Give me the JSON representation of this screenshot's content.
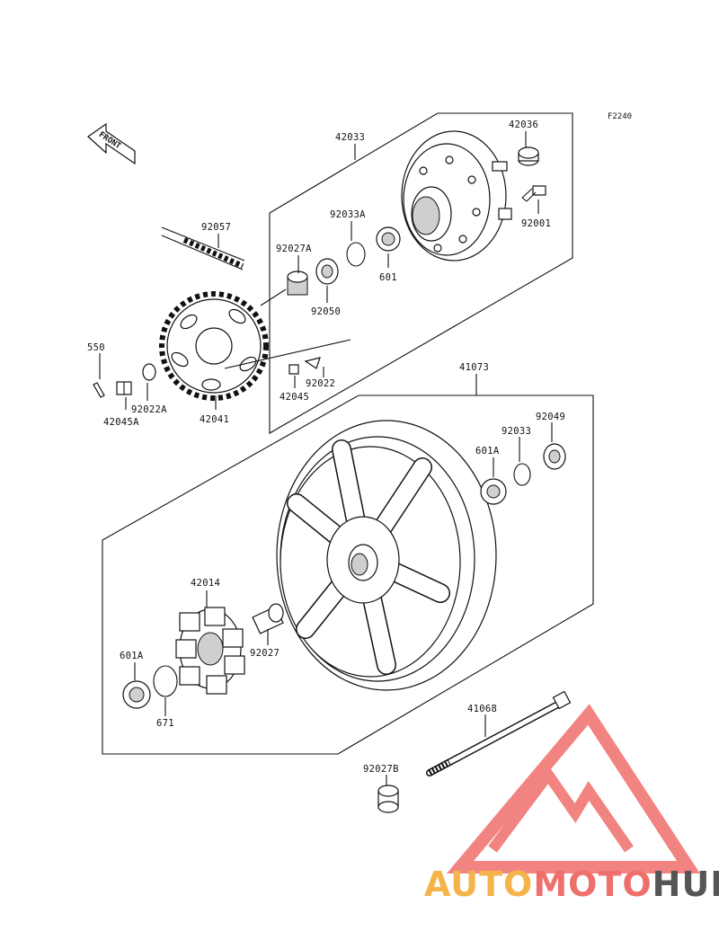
{
  "figure_code": "F2240",
  "front_label": "FRONT",
  "parts": [
    {
      "id": "p-42033",
      "label": "42033"
    },
    {
      "id": "p-42036",
      "label": "42036"
    },
    {
      "id": "p-92001",
      "label": "92001"
    },
    {
      "id": "p-92033a",
      "label": "92033A"
    },
    {
      "id": "p-92057",
      "label": "92057"
    },
    {
      "id": "p-92027a",
      "label": "92027A"
    },
    {
      "id": "p-601",
      "label": "601"
    },
    {
      "id": "p-92050",
      "label": "92050"
    },
    {
      "id": "p-550",
      "label": "550"
    },
    {
      "id": "p-92022a",
      "label": "92022A"
    },
    {
      "id": "p-42045a",
      "label": "42045A"
    },
    {
      "id": "p-42041",
      "label": "42041"
    },
    {
      "id": "p-42045",
      "label": "42045"
    },
    {
      "id": "p-92022",
      "label": "92022"
    },
    {
      "id": "p-41073",
      "label": "41073"
    },
    {
      "id": "p-92049",
      "label": "92049"
    },
    {
      "id": "p-92033",
      "label": "92033"
    },
    {
      "id": "p-601a-top",
      "label": "601A"
    },
    {
      "id": "p-42014",
      "label": "42014"
    },
    {
      "id": "p-92027",
      "label": "92027"
    },
    {
      "id": "p-601a-bottom",
      "label": "601A"
    },
    {
      "id": "p-671",
      "label": "671"
    },
    {
      "id": "p-41068",
      "label": "41068"
    },
    {
      "id": "p-92027b",
      "label": "92027B"
    }
  ],
  "watermark": {
    "part1": "AUTO",
    "part2": "MOTO",
    "part3": "HUB",
    "color1": "#f5b44a",
    "color2": "#ef6f6c",
    "color3": "#555555",
    "logo_color": "#ef6f6c"
  }
}
